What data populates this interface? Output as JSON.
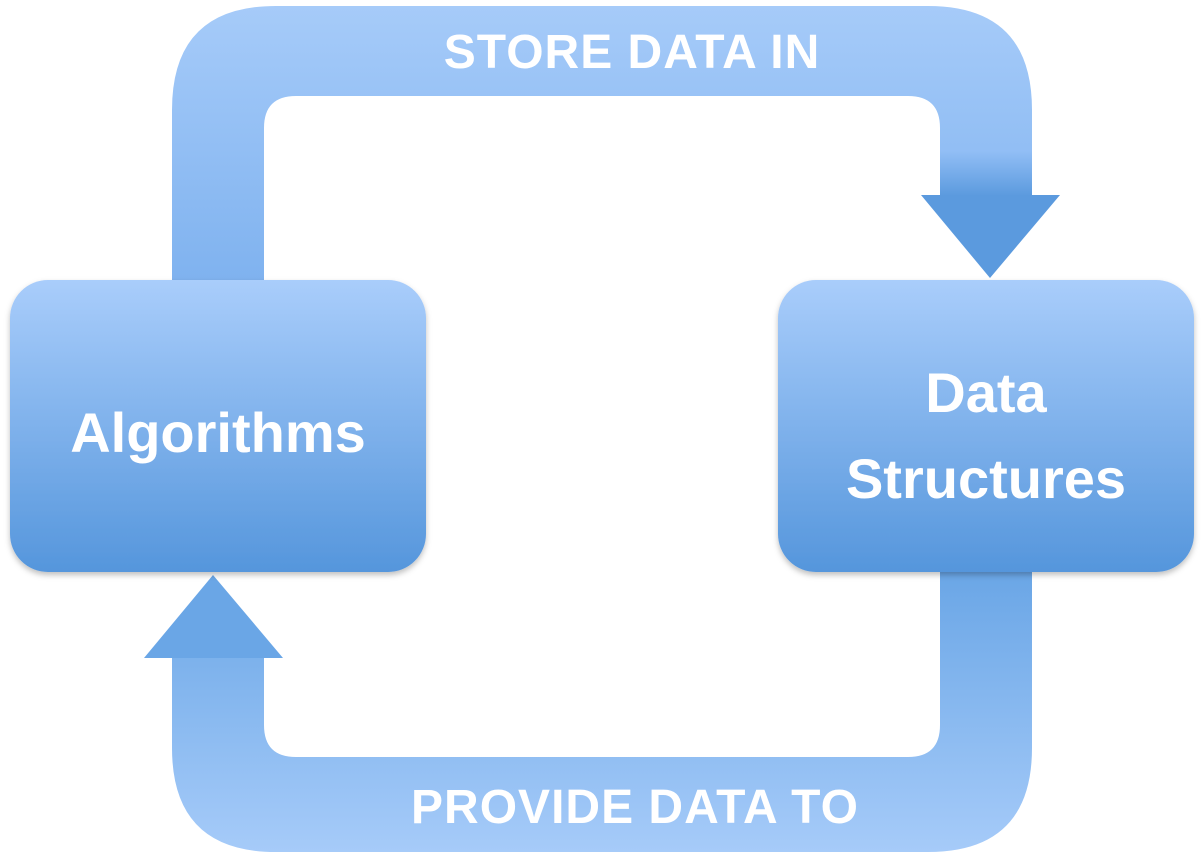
{
  "diagram": {
    "nodes": {
      "algorithms": {
        "label": "Algorithms"
      },
      "data_structures": {
        "label_line1": "Data",
        "label_line2": "Structures"
      }
    },
    "edges": {
      "top": {
        "label": "STORE DATA IN",
        "from": "Algorithms",
        "to": "Data Structures"
      },
      "bottom": {
        "label": "PROVIDE DATA TO",
        "from": "Data Structures",
        "to": "Algorithms"
      }
    },
    "colors": {
      "fill_light": "#a9cdfb",
      "fill_dark": "#5596dc",
      "arrow_light": "#a6cbf9",
      "arrow_dark": "#5b9ade",
      "text": "#ffffff"
    }
  }
}
